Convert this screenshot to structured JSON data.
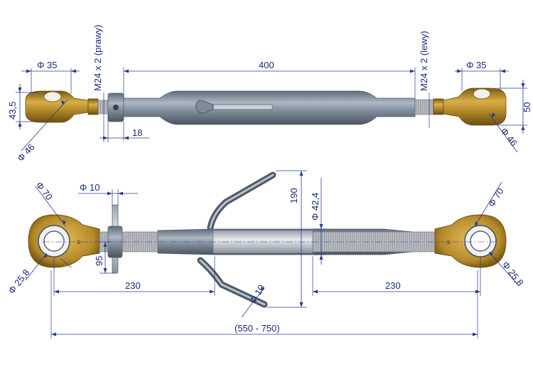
{
  "top_view": {
    "dim_left_eye_diameter": "Φ 35",
    "dim_left_eye_height": "43,5",
    "dim_left_eye_outer": "Φ 46",
    "dim_left_thread": "M24 x 2  (prawy)",
    "dim_body_length": "400",
    "dim_nut_width": "18",
    "dim_right_thread": "M24 x 2  (lewy)",
    "dim_right_eye_diameter": "Φ 35",
    "dim_right_eye_height": "50",
    "dim_right_eye_outer": "Φ 46"
  },
  "side_view": {
    "dim_left_eye_outer": "Φ 70",
    "dim_handle_diameter": "Φ 10",
    "dim_handle_height": "95",
    "dim_left_bore": "Φ 25,8",
    "dim_left_length": "230",
    "dim_handle_span": "190",
    "dim_tube_diameter": "Φ 42,4",
    "dim_handle_rod": "Φ 10",
    "dim_right_length": "230",
    "dim_right_eye_outer": "Φ 70",
    "dim_right_bore": "Φ 25,8",
    "dim_total_length": "(550 - 750)"
  },
  "colors": {
    "dimension": "#2a3a8c",
    "steel": "#8d98a6",
    "brass": "#b58a2a",
    "thread": "#a9adb2"
  }
}
